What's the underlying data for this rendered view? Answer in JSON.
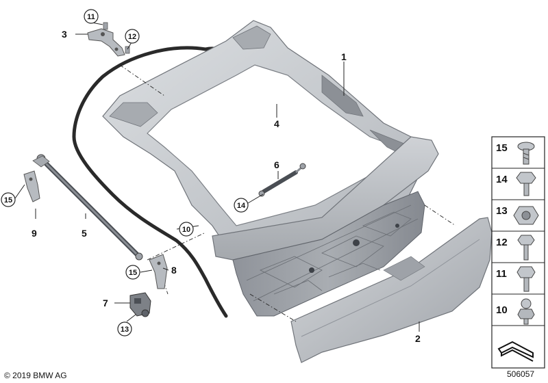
{
  "diagram": {
    "copyright": "© 2019 BMW AG",
    "doc_number": "506057",
    "callouts": {
      "c1": "1",
      "c2": "2",
      "c3": "3",
      "c4": "4",
      "c5": "5",
      "c6": "6",
      "c7": "7",
      "c8": "8",
      "c9": "9",
      "c10": "10",
      "c11": "11",
      "c12": "12",
      "c13": "13",
      "c14": "14",
      "c15a": "15",
      "c15b": "15"
    },
    "side_panel": {
      "items": [
        "15",
        "14",
        "13",
        "12",
        "11",
        "10"
      ]
    },
    "colors": {
      "part_fill": "#c9ccd0",
      "part_shade": "#9a9ea4",
      "part_dark": "#6f7379",
      "seal": "#2a2a2a",
      "line": "#222222"
    }
  }
}
